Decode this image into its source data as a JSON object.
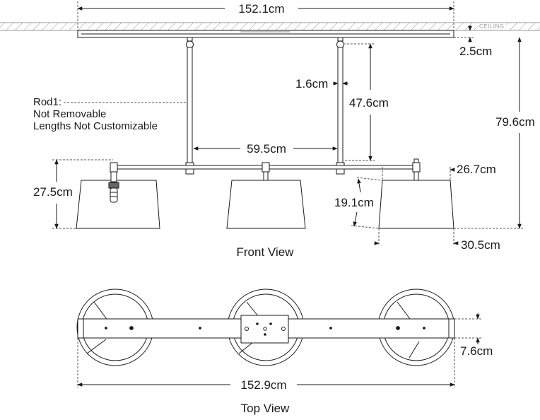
{
  "title": "",
  "colors": {
    "ink": "#1a1a1a",
    "hatch": "#888888",
    "dashed": "#555555",
    "background": "#ffffff"
  },
  "ceiling_label": "CEILING",
  "front_view": {
    "label": "Front View",
    "dimensions": {
      "canopy_width": "152.1cm",
      "canopy_height": "2.5cm",
      "rod_diameter": "1.6cm",
      "rod_length": "47.6cm",
      "overall_height": "79.6cm",
      "lamp_spacing": "59.5cm",
      "shade_height_left": "27.5cm",
      "shade_height_right": "19.1cm",
      "shade_top_diameter": "26.7cm",
      "shade_bottom_diameter": "30.5cm"
    },
    "rod_note": {
      "line1": "Rod1:",
      "line2": "Not Removable",
      "line3": "Lengths Not Customizable"
    }
  },
  "top_view": {
    "label": "Top View",
    "dimensions": {
      "overall_width": "152.9cm",
      "bar_depth": "7.6cm"
    }
  }
}
